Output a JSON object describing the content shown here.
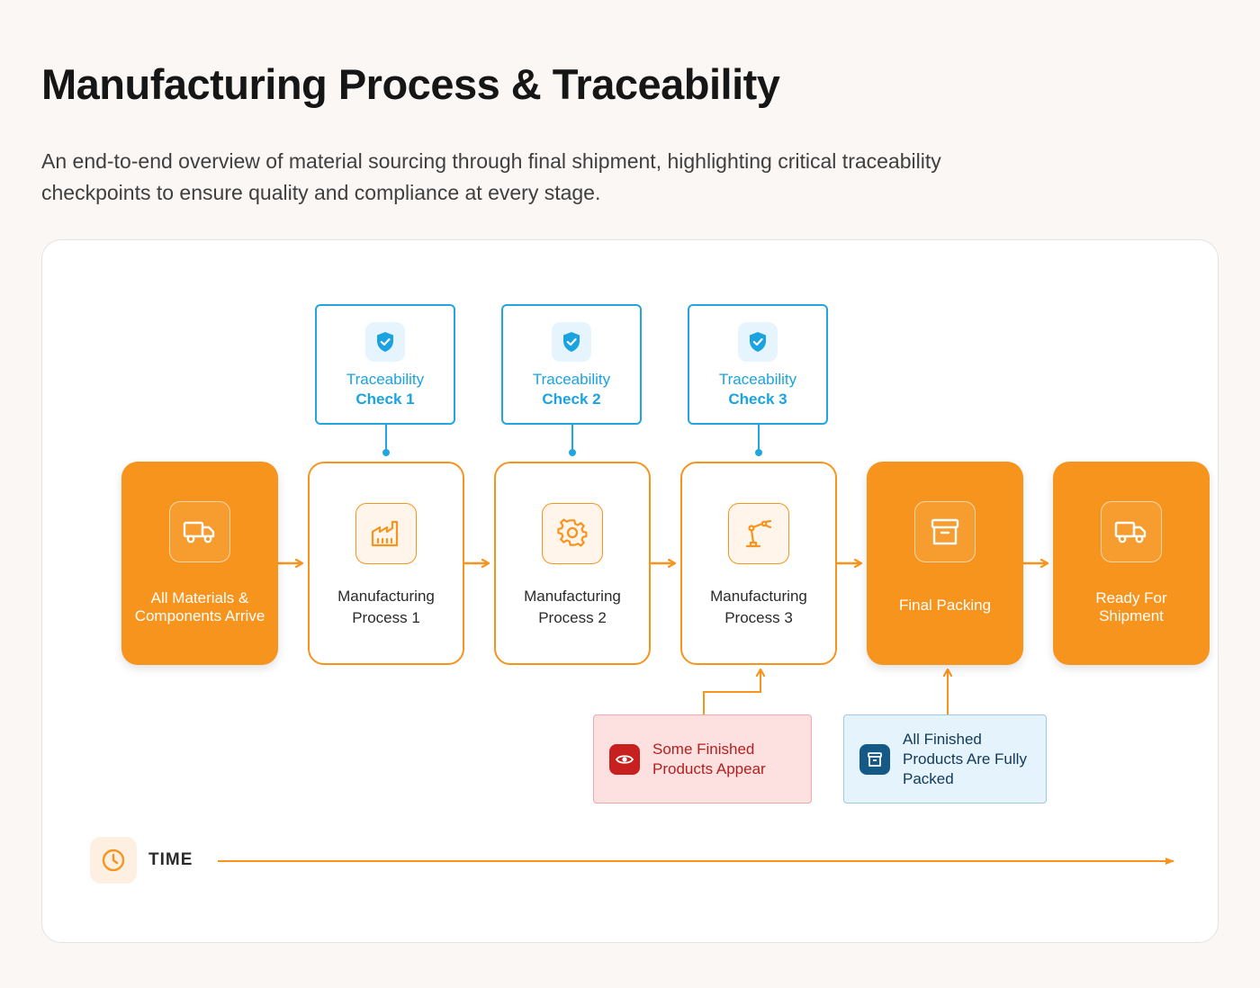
{
  "header": {
    "title": "Manufacturing Process & Traceability",
    "description": "An end-to-end overview of material sourcing through final shipment, highlighting critical traceability checkpoints to ensure quality and compliance at every stage."
  },
  "colors": {
    "accent": "#f7941d",
    "trace": "#22a6e0",
    "alert": "#c8201f",
    "info": "#155a86"
  },
  "checks": [
    {
      "line1": "Traceability",
      "line2": "Check 1",
      "icon": "shield-check-icon"
    },
    {
      "line1": "Traceability",
      "line2": "Check 2",
      "icon": "shield-check-icon"
    },
    {
      "line1": "Traceability",
      "line2": "Check 3",
      "icon": "shield-check-icon"
    }
  ],
  "steps": [
    {
      "label": "All Materials & Components Arrive",
      "style": "solid",
      "icon": "truck-icon"
    },
    {
      "label": "Manufacturing Process 1",
      "style": "outline",
      "icon": "factory-icon"
    },
    {
      "label": "Manufacturing Process 2",
      "style": "outline",
      "icon": "gear-icon"
    },
    {
      "label": "Manufacturing Process 3",
      "style": "outline",
      "icon": "robot-arm-icon"
    },
    {
      "label": "Final Packing",
      "style": "solid",
      "icon": "archive-box-icon"
    },
    {
      "label": "Ready For Shipment",
      "style": "solid",
      "icon": "truck-icon"
    }
  ],
  "notes": [
    {
      "text": "Some Finished Products Appear",
      "icon": "eye-icon"
    },
    {
      "text": "All Finished Products Are Fully Packed",
      "icon": "archive-box-icon"
    }
  ],
  "timeline": {
    "label": "TIME",
    "icon": "clock-icon"
  }
}
